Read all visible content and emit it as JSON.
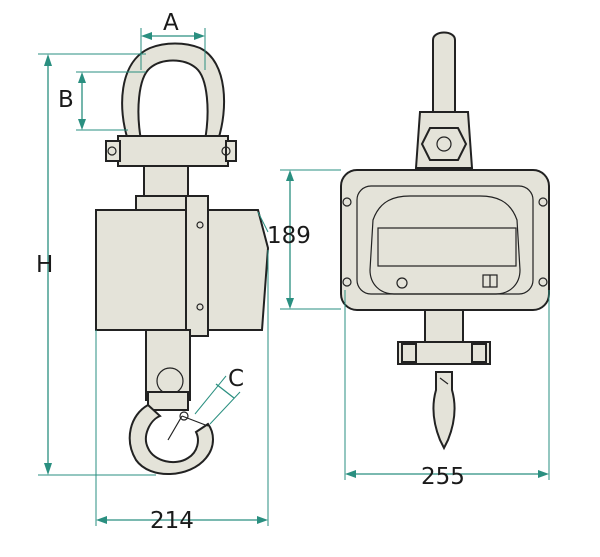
{
  "dimensions": {
    "width_side": "214",
    "height_label": "H",
    "width_front": "255",
    "panel_height": "189",
    "shackle_width": "A",
    "shackle_height": "B",
    "hook_opening": "C"
  },
  "colors": {
    "dimension_line": "#2a8f80",
    "outline": "#222222",
    "body_fill": "#e4e3d9"
  }
}
